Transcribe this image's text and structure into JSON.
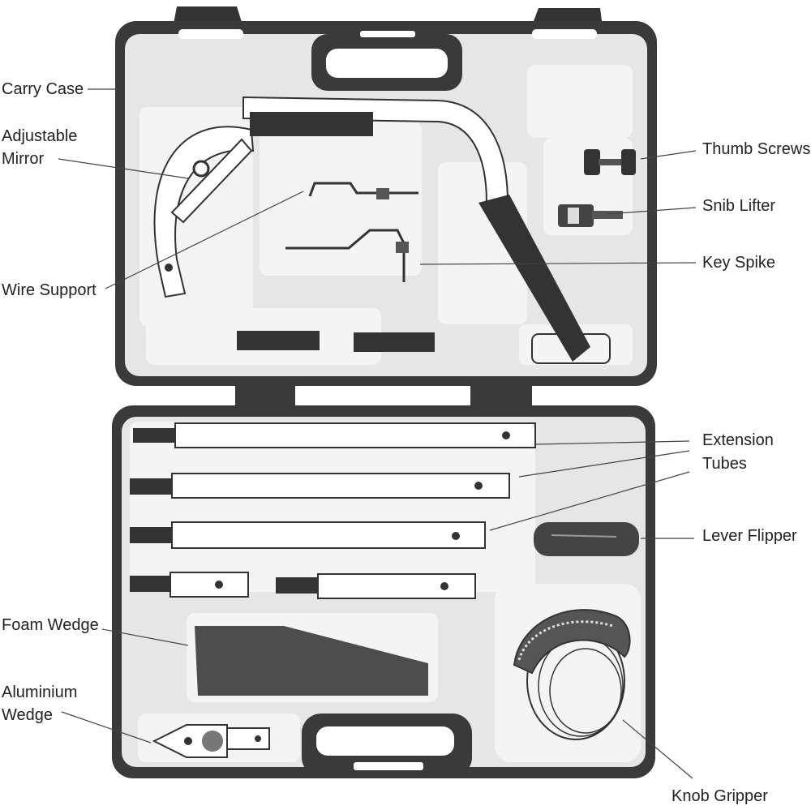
{
  "labels": {
    "carry_case": "Carry Case",
    "adjustable_mirror_1": "Adjustable",
    "adjustable_mirror_2": "Mirror",
    "wire_support": "Wire Support",
    "thumb_screws": "Thumb Screws",
    "snib_lifter": "Snib Lifter",
    "key_spike": "Key Spike",
    "extension_tubes_1": "Extension",
    "extension_tubes_2": "Tubes",
    "lever_flipper": "Lever Flipper",
    "foam_wedge": "Foam Wedge",
    "aluminium_wedge_1": "Aluminium",
    "aluminium_wedge_2": "Wedge",
    "knob_gripper": "Knob Gripper"
  },
  "colors": {
    "case_shell": "#3a3a3a",
    "foam": "#e6e6e6",
    "foam_recess": "#d2d2d2",
    "handle_grip": "#333333",
    "metal": "#ffffff",
    "wedge": "#4d4d4d",
    "leader_line": "#444444"
  }
}
